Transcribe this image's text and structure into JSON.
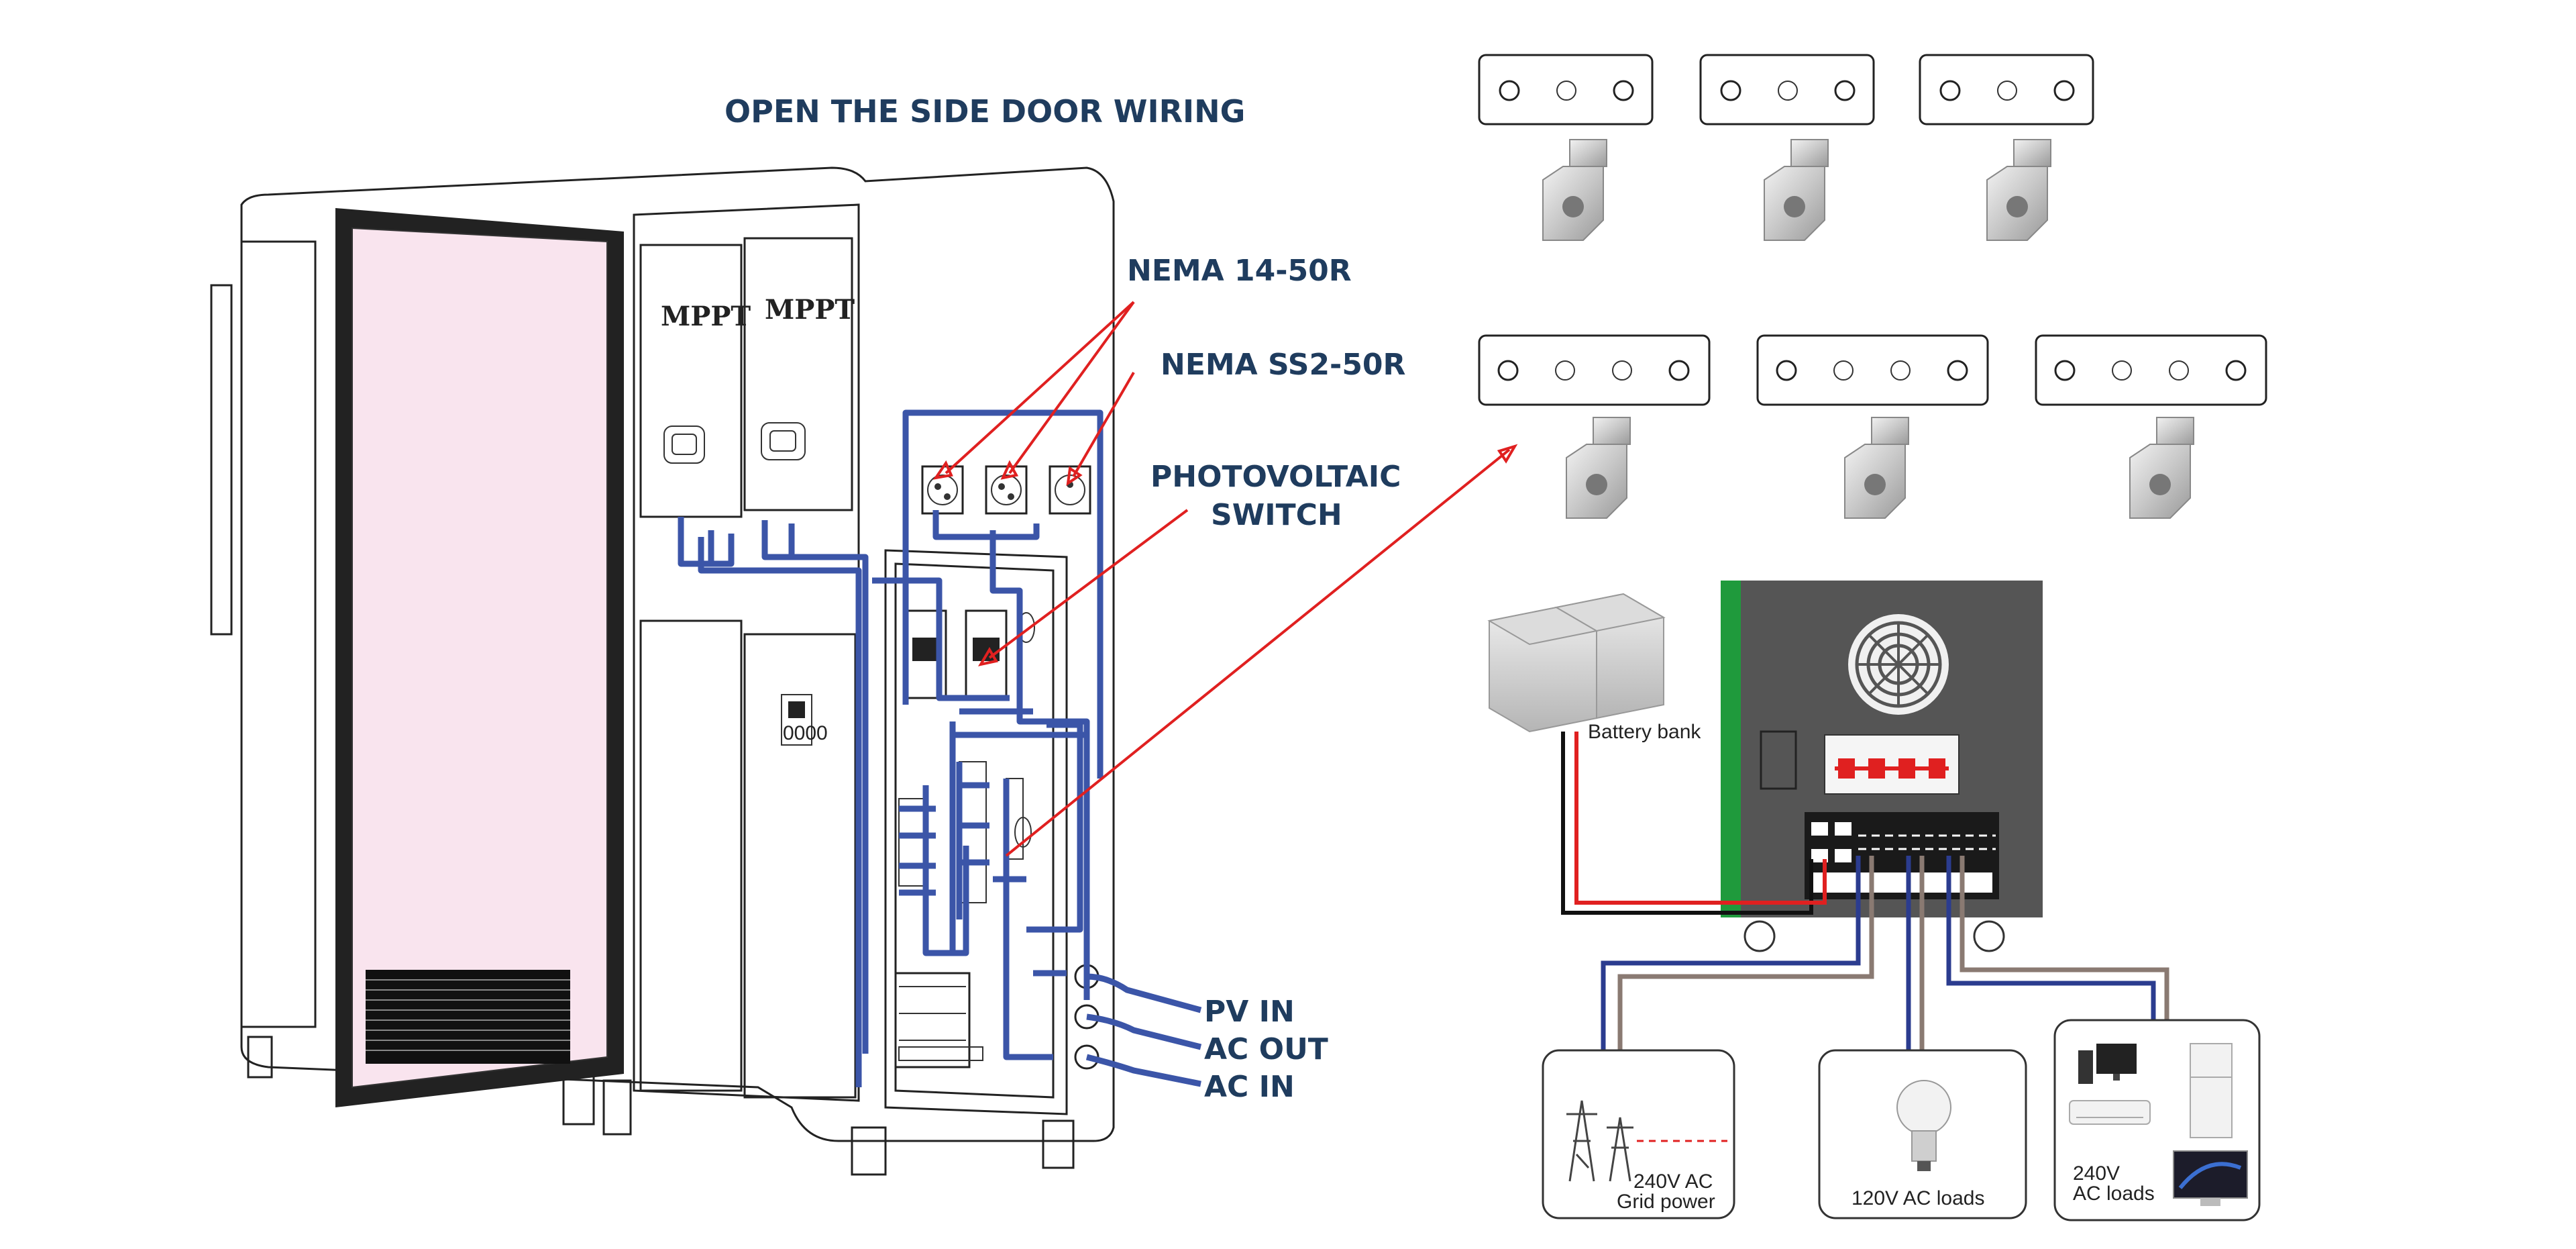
{
  "title": "OPEN THE SIDE DOOR WIRING",
  "callouts": {
    "nema_14_50r": "NEMA 14-50R",
    "nema_ss2_50r": "NEMA SS2-50R",
    "photovoltaic_switch_line1": "PHOTOVOLTAIC",
    "photovoltaic_switch_line2": "SWITCH",
    "pv_in": "PV IN",
    "ac_out": "AC OUT",
    "ac_in": "AC IN"
  },
  "cabinet": {
    "mppt_label_1": "MPPT",
    "mppt_label_2": "MPPT",
    "panel_display": "0000"
  },
  "inverter": {
    "battery_label": "Battery bank",
    "grid_label_line1": "240V AC",
    "grid_label_line2": "Grid power",
    "loads_120_label": "120V AC  loads",
    "loads_240_label_line1": "240V",
    "loads_240_label_line2": "AC  loads"
  },
  "colors": {
    "title_blue": "#1f3c5e",
    "wire_blue": "#3b55a8",
    "arrow_red": "#e02020",
    "inverter_body": "#555555",
    "inverter_stripe": "#1f9a3c",
    "door_pink": "#f9e4ee"
  }
}
